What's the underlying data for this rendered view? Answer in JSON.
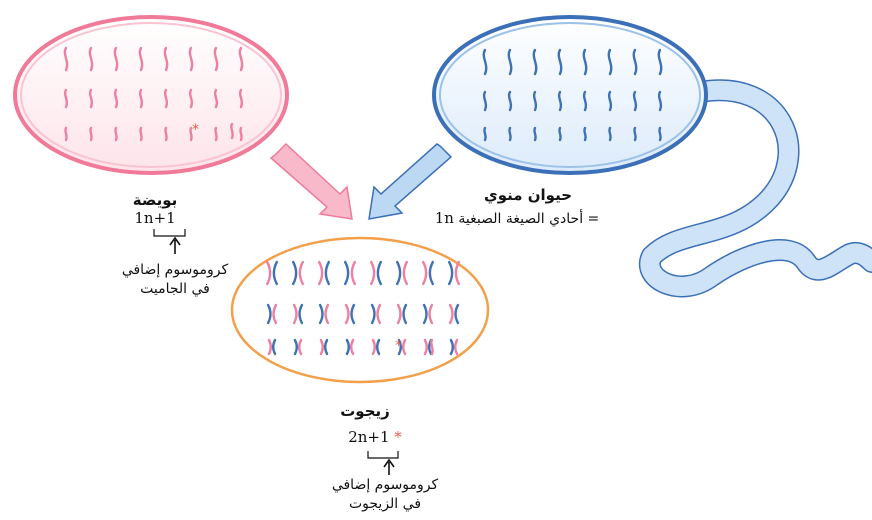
{
  "egg": {
    "title": "بويضة",
    "formula": "1n+1",
    "note_line1": "كروموسوم إضافي",
    "note_line2": "في الجاميت",
    "color_outline": "#f07a98",
    "color_fill": "#fde4ea",
    "color_chromosome": "#ee7fa0"
  },
  "sperm": {
    "title": "حيوان منوي",
    "caption_symbol": "1n",
    "caption_text": "= أحادي الصيغة الصبغية",
    "color_outline": "#3b6fb8",
    "color_fill": "#dcebfb",
    "color_chromosome": "#3f72b5"
  },
  "zygote": {
    "title": "زيجوت",
    "formula": "2n+1",
    "star": "*",
    "note_line1": "كروموسوم إضافي",
    "note_line2": "في الزيجوت",
    "color_outline": "#f2a04a"
  },
  "extra_marker": {
    "symbol": "*",
    "color": "#e8604f"
  },
  "arrows": {
    "egg_arrow_color": "#f8b9ca",
    "sperm_arrow_color": "#bcd8f3"
  }
}
